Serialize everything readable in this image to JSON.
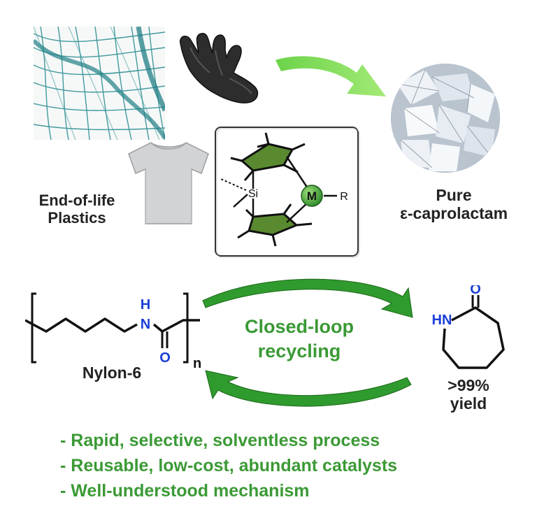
{
  "labels": {
    "end_of_life_line1": "End-of-life",
    "end_of_life_line2": "Plastics",
    "pure_line1": "Pure",
    "pure_line2": "ε-caprolactam",
    "nylon": "Nylon-6",
    "polymer_subscript": "n",
    "closed_loop_line1": "Closed-loop",
    "closed_loop_line2": "recycling",
    "yield_line1": ">99%",
    "yield_line2": "yield"
  },
  "catalyst": {
    "silicon": "Si",
    "metal": "M",
    "ligand": "R"
  },
  "nylon_structure": {
    "nh": "H",
    "n": "N",
    "o": "O"
  },
  "lactam_structure": {
    "hn": "HN",
    "o": "O"
  },
  "bullets": [
    "- Rapid, selective, solventless process",
    "- Reusable, low-cost, abundant catalysts",
    "- Well-understood mechanism"
  ],
  "icons": [
    "fishing-net-icon",
    "glove-icon",
    "t-shirt-icon",
    "caprolactam-crystals-icon"
  ],
  "colors": {
    "accent_green": "#3a9a35",
    "heteroatom_blue": "#1b3fd6",
    "metal_green": "#2f8a2a"
  }
}
